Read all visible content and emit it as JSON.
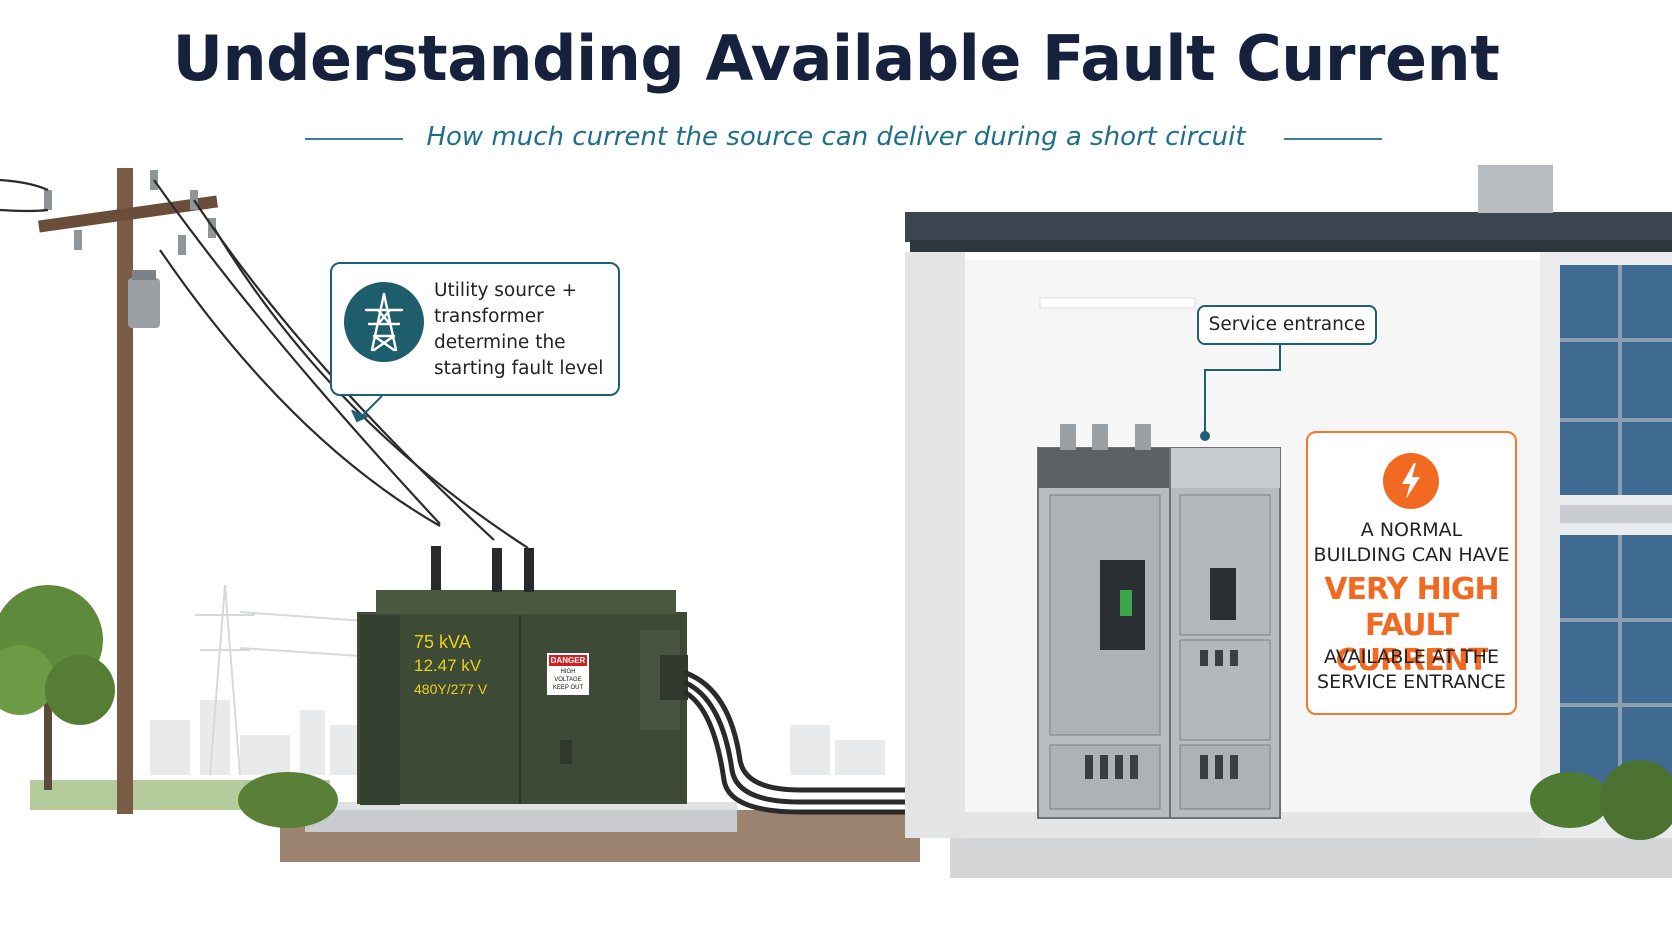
{
  "header": {
    "title": "Understanding Available Fault Current",
    "subtitle": "How much current the source can deliver during a short circuit"
  },
  "utility_callout": {
    "icon": "transmission-tower-icon",
    "lines": [
      "Utility source +",
      "transformer",
      "determine the",
      "starting fault level"
    ]
  },
  "service_callout": {
    "label": "Service entrance"
  },
  "fault_callout": {
    "icon": "lightning-bolt-icon",
    "line1": "A NORMAL",
    "line2": "BUILDING CAN HAVE",
    "highlight1": "VERY HIGH",
    "highlight2": "FAULT CURRENT",
    "line5": "AVAILABLE AT THE",
    "line6": "SERVICE ENTRANCE"
  },
  "transformer": {
    "rating": "75 kVA",
    "primary": "12.47 kV",
    "secondary": "480Y/277 V",
    "danger_title": "DANGER",
    "danger_text": "HIGH VOLTAGE KEEP OUT"
  },
  "colors": {
    "title": "#16213e",
    "subtitle": "#1f6f8b",
    "callout_border": "#1d5f74",
    "accent_orange": "#f26a21",
    "transformer_green": "#3d4a35",
    "label_yellow": "#e9d21a"
  }
}
